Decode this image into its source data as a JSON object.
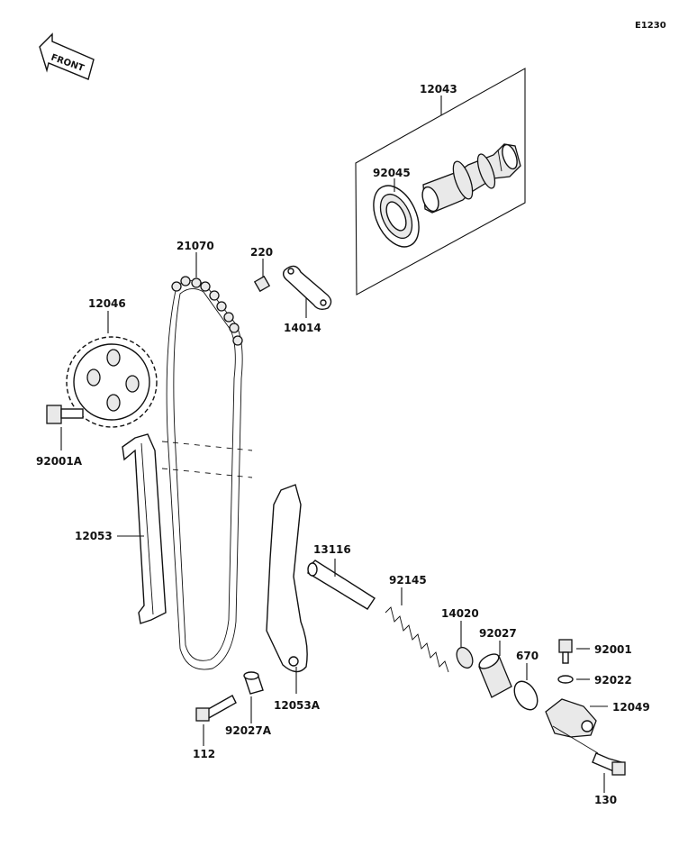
{
  "diagram_ref": "E1230",
  "front_label": "FRONT",
  "parts": [
    {
      "key": "p12043",
      "number": "12043"
    },
    {
      "key": "p92045",
      "number": "92045"
    },
    {
      "key": "p21070",
      "number": "21070"
    },
    {
      "key": "p220",
      "number": "220"
    },
    {
      "key": "p14014",
      "number": "14014"
    },
    {
      "key": "p12046",
      "number": "12046"
    },
    {
      "key": "p92001A",
      "number": "92001A"
    },
    {
      "key": "p12053",
      "number": "12053"
    },
    {
      "key": "p13116",
      "number": "13116"
    },
    {
      "key": "p92145",
      "number": "92145"
    },
    {
      "key": "p14020",
      "number": "14020"
    },
    {
      "key": "p92027",
      "number": "92027"
    },
    {
      "key": "p670",
      "number": "670"
    },
    {
      "key": "p92001",
      "number": "92001"
    },
    {
      "key": "p92022",
      "number": "92022"
    },
    {
      "key": "p12049",
      "number": "12049"
    },
    {
      "key": "p12053A",
      "number": "12053A"
    },
    {
      "key": "p92027A",
      "number": "92027A"
    },
    {
      "key": "p112",
      "number": "112"
    },
    {
      "key": "p130",
      "number": "130"
    }
  ]
}
